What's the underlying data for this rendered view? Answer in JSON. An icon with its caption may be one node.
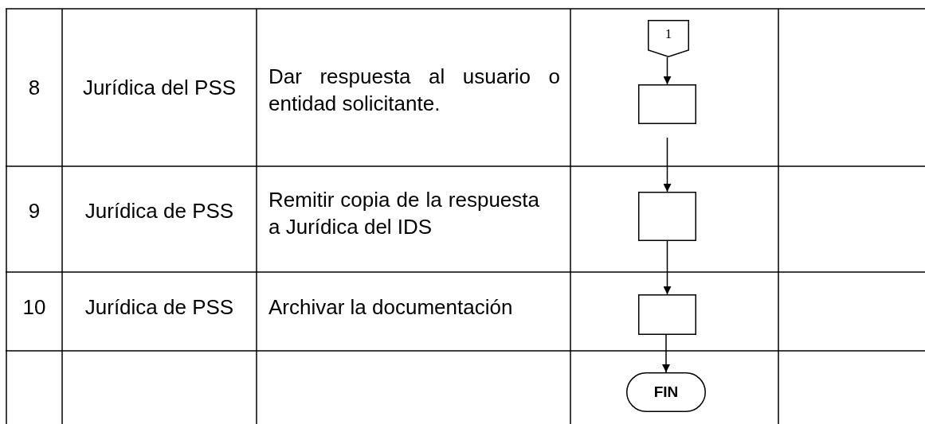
{
  "diagram": {
    "nodes": [
      {
        "text": [
          "1"
        ]
      },
      {
        "text": [],
        "shape": "box"
      },
      {
        "text": [],
        "shape": "box"
      },
      {
        "text": [],
        "shape": "box"
      },
      {
        "text": [
          "FIN"
        ]
      }
    ],
    "edges": [
      {
        "from": 0,
        "to": 1,
        "arrow": "to"
      },
      {
        "from": null,
        "to": 2,
        "arrow": "to"
      },
      {
        "from": 2,
        "to": 3,
        "arrow": "to"
      },
      {
        "from": 3,
        "to": 4,
        "arrow": "to"
      }
    ],
    "labels": [
      "8",
      "Jurídica del PSS",
      "Dar respuesta al usuario o entidad solicitante.",
      "9",
      "Jurídica de PSS",
      "Remitir copia de la respuesta a Jurídica del IDS",
      "10",
      "Jurídica de PSS",
      "Archivar la documentación"
    ]
  }
}
